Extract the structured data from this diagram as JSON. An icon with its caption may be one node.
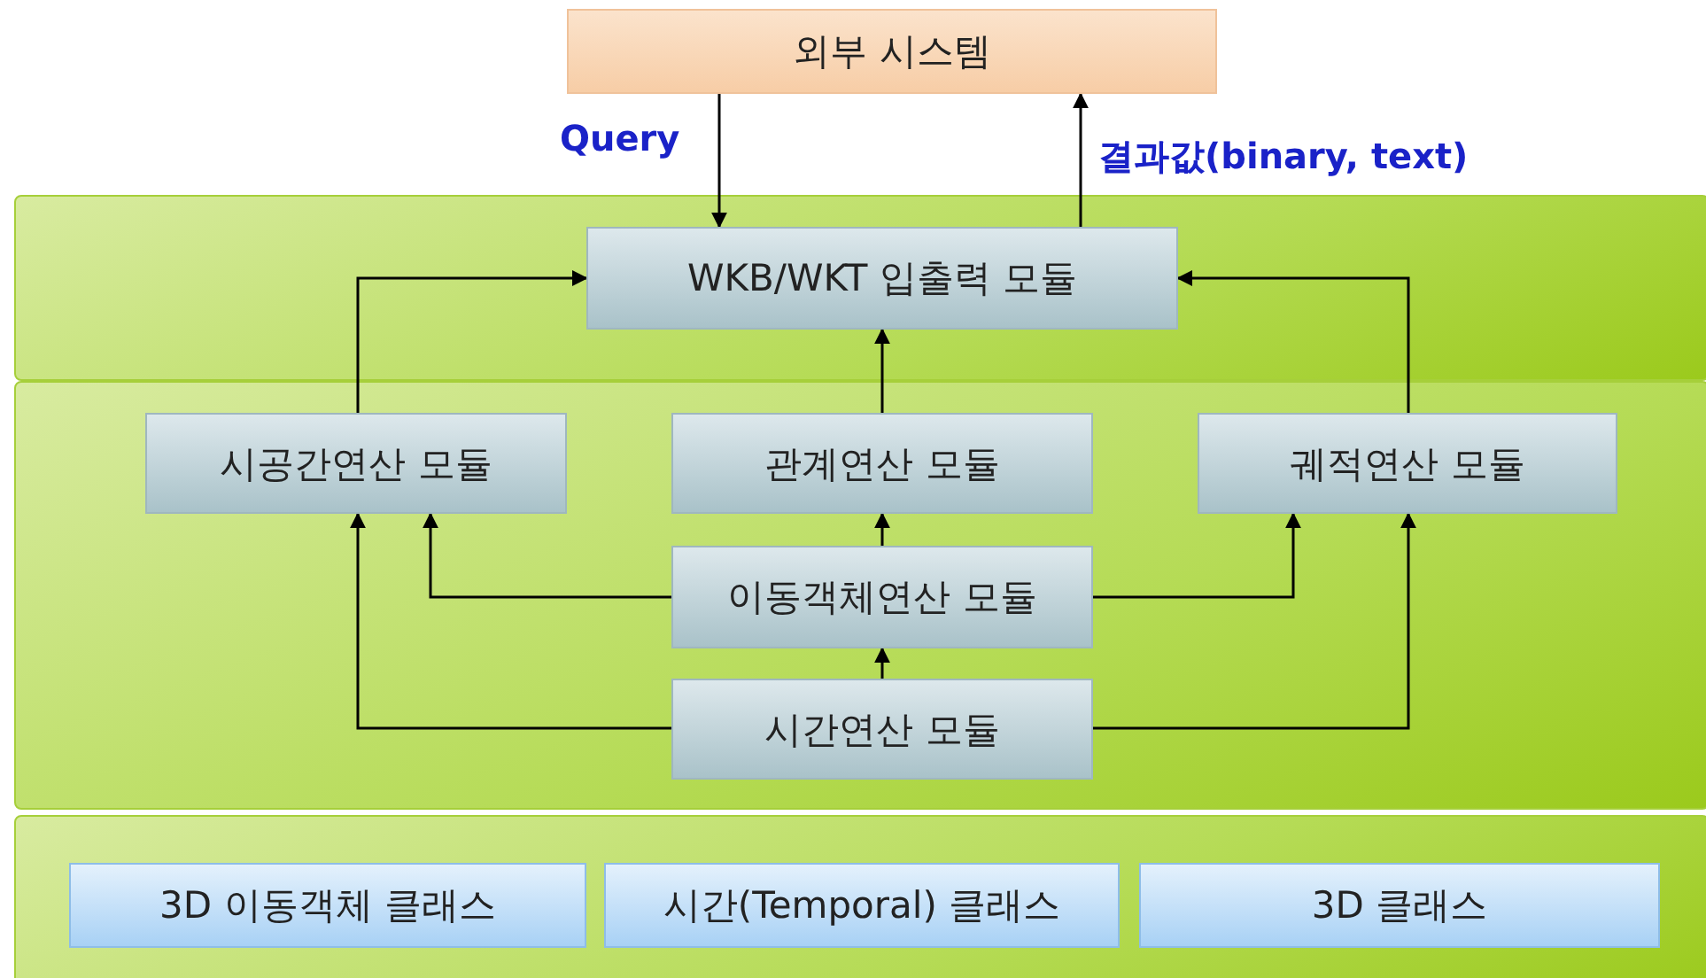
{
  "diagram": {
    "nodes": [
      {
        "text": [
          "외부 시스템"
        ]
      },
      {
        "text": [],
        "shape": "box"
      },
      {
        "text": [
          "WKB/WKT 입출력 모듈"
        ],
        "in": 1
      },
      {
        "text": [],
        "shape": "box"
      },
      {
        "text": [
          "시공간연산 모듈"
        ],
        "in": 3
      },
      {
        "text": [
          "관계연산 모듈"
        ],
        "in": 3
      },
      {
        "text": [
          "궤적연산 모듈"
        ],
        "in": 3
      },
      {
        "text": [
          "이동객체연산 모듈"
        ],
        "in": 3
      },
      {
        "text": [
          "시간연산 모듈"
        ],
        "in": 3
      },
      {
        "text": [],
        "shape": "box"
      },
      {
        "text": [
          "3D 이동객체 클래스"
        ],
        "in": 9
      },
      {
        "text": [
          "시간(Temporal) 클래스"
        ],
        "in": 9
      },
      {
        "text": [
          "3D 클래스"
        ],
        "in": 9
      }
    ],
    "edges": [
      {
        "from": 0,
        "to": 2,
        "arrow": "to",
        "label": "Query"
      },
      {
        "from": 2,
        "to": 0,
        "arrow": "to",
        "label": "결과값(binary, text)"
      },
      {
        "from": 4,
        "to": 2,
        "arrow": "to"
      },
      {
        "from": 5,
        "to": 2,
        "arrow": "to"
      },
      {
        "from": 6,
        "to": 2,
        "arrow": "to"
      },
      {
        "from": 7,
        "to": 5,
        "arrow": "to"
      },
      {
        "from": 7,
        "to": 4,
        "arrow": "to"
      },
      {
        "from": 7,
        "to": 6,
        "arrow": "to"
      },
      {
        "from": 8,
        "to": 7,
        "arrow": "to"
      },
      {
        "from": 8,
        "to": 4,
        "arrow": "to"
      },
      {
        "from": 8,
        "to": 6,
        "arrow": "to"
      }
    ]
  }
}
